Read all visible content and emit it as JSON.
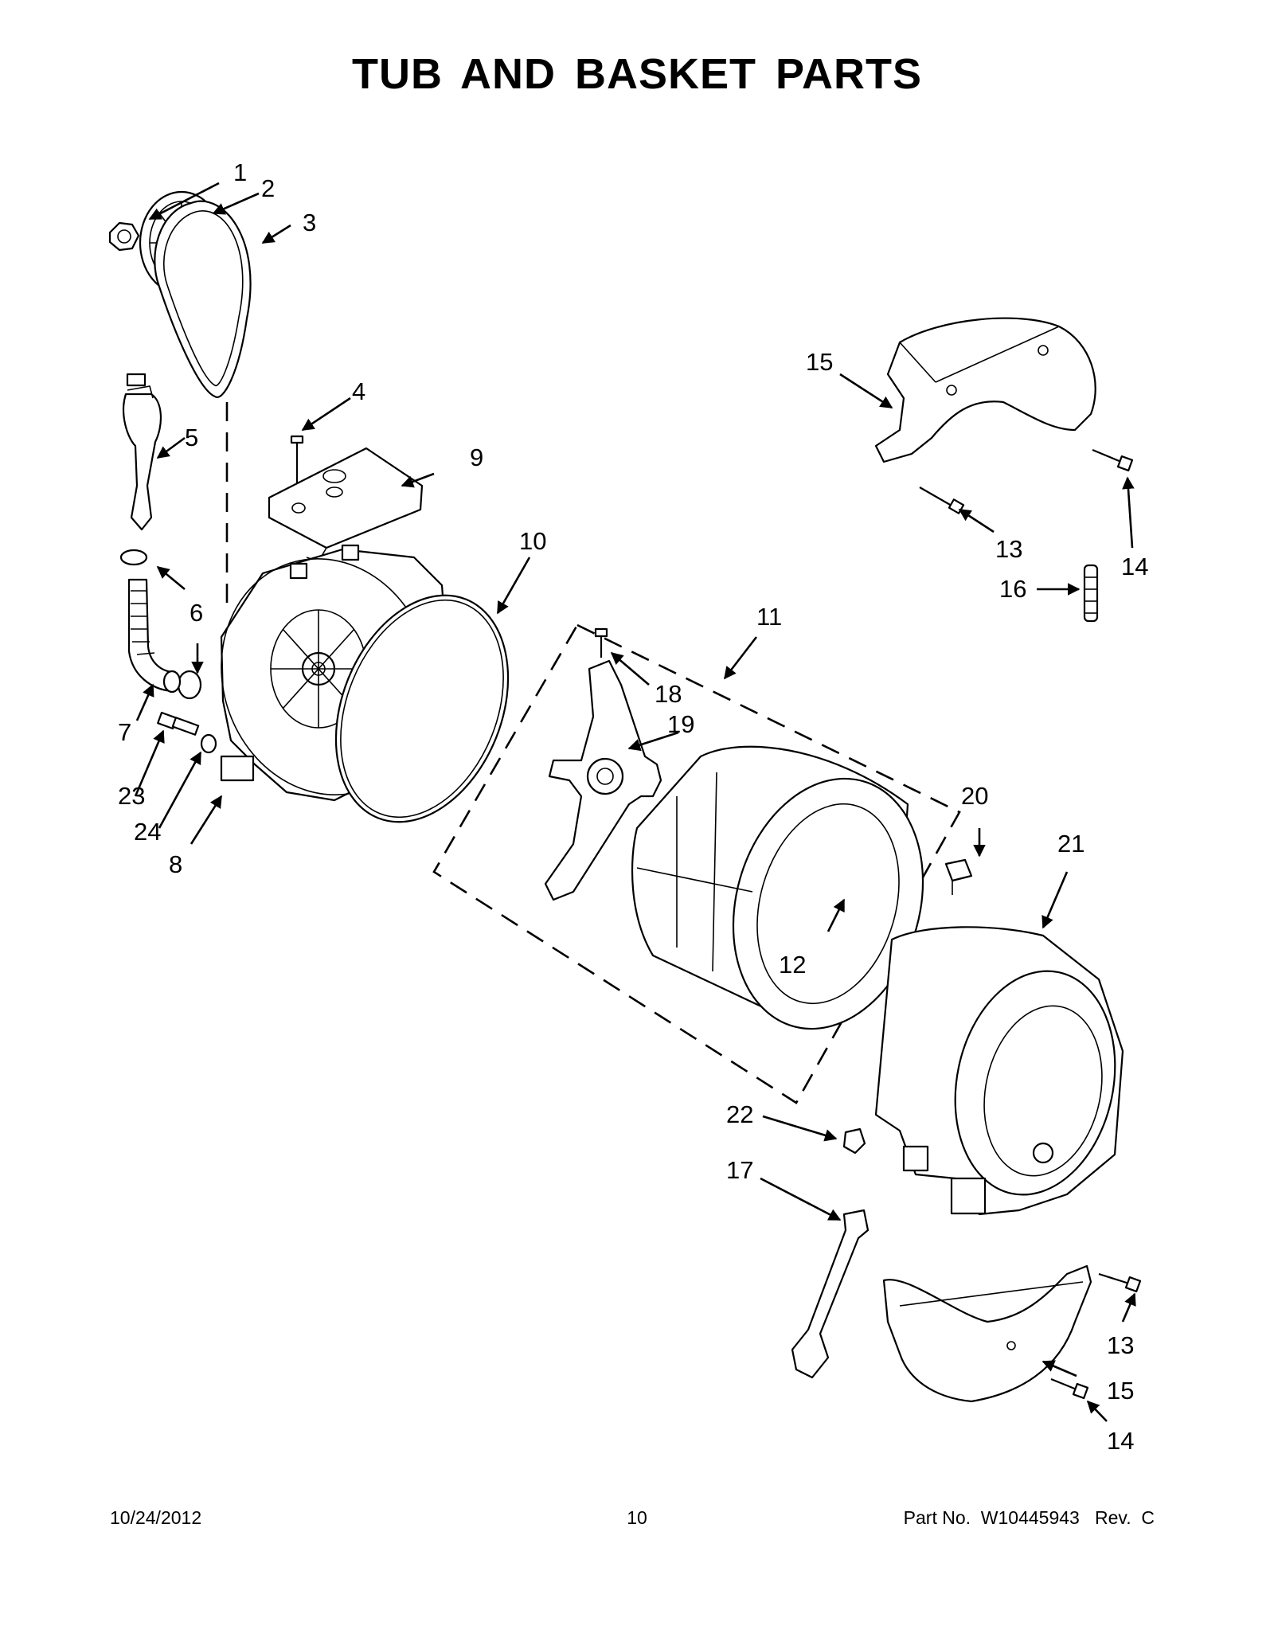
{
  "header": {
    "title": "TUB AND BASKET PARTS"
  },
  "callouts": [
    "1",
    "2",
    "3",
    "4",
    "5",
    "6",
    "7",
    "8",
    "9",
    "10",
    "11",
    "12",
    "13",
    "13",
    "14",
    "14",
    "15",
    "15",
    "16",
    "17",
    "18",
    "19",
    "20",
    "21",
    "22",
    "23",
    "24"
  ],
  "footer": {
    "date": "10/24/2012",
    "page_number": "10",
    "part_number": "Part No.  W10445943   Rev.  C"
  }
}
